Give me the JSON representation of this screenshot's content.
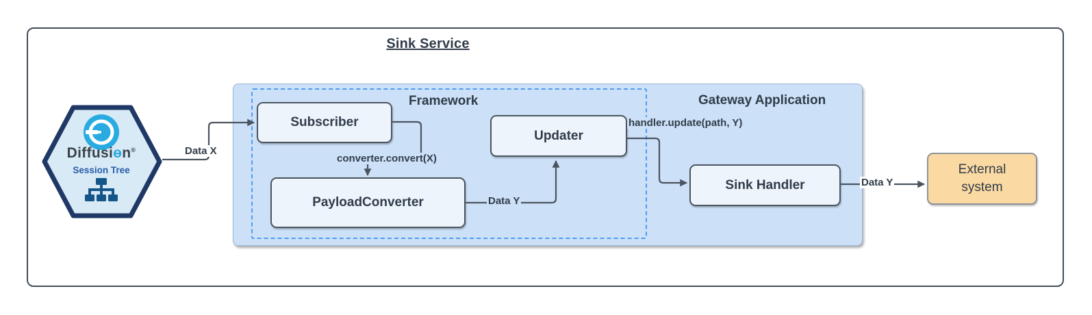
{
  "title": "Sink Service",
  "badge": {
    "brand_prefix": "Diffusi",
    "brand_o": "ɵ",
    "brand_suffix": "n",
    "registered": "®",
    "subtitle": "Session Tree",
    "logo_icon": "diffusion-circle-logo",
    "tree_icon": "org-chart-icon"
  },
  "containers": {
    "gateway": {
      "label": "Gateway Application"
    },
    "framework": {
      "label": "Framework"
    }
  },
  "nodes": {
    "subscriber": {
      "label": "Subscriber"
    },
    "payload_converter": {
      "label": "PayloadConverter"
    },
    "updater": {
      "label": "Updater"
    },
    "sink_handler": {
      "label": "Sink Handler"
    },
    "external_system": {
      "line1": "External",
      "line2": "system"
    }
  },
  "edges": {
    "data_x": "Data X",
    "converter_convert": "converter.convert(X)",
    "data_y_mid": "Data Y",
    "handler_update": "handler.update(path, Y)",
    "data_y_out": "Data Y"
  },
  "colors": {
    "gateway_fill": "#cce0f8",
    "framework_dash": "#4e9bf4",
    "node_fill": "#eef4fc",
    "node_border": "#4a555f",
    "external_fill": "#fbd9a2",
    "hexagon_border": "#1f3865",
    "hexagon_fill": "#d7eaf6",
    "logo_cyan": "#29abe2",
    "session_tree_blue": "#2a5ca9",
    "connector": "#4a545f",
    "text": "#303c49"
  }
}
